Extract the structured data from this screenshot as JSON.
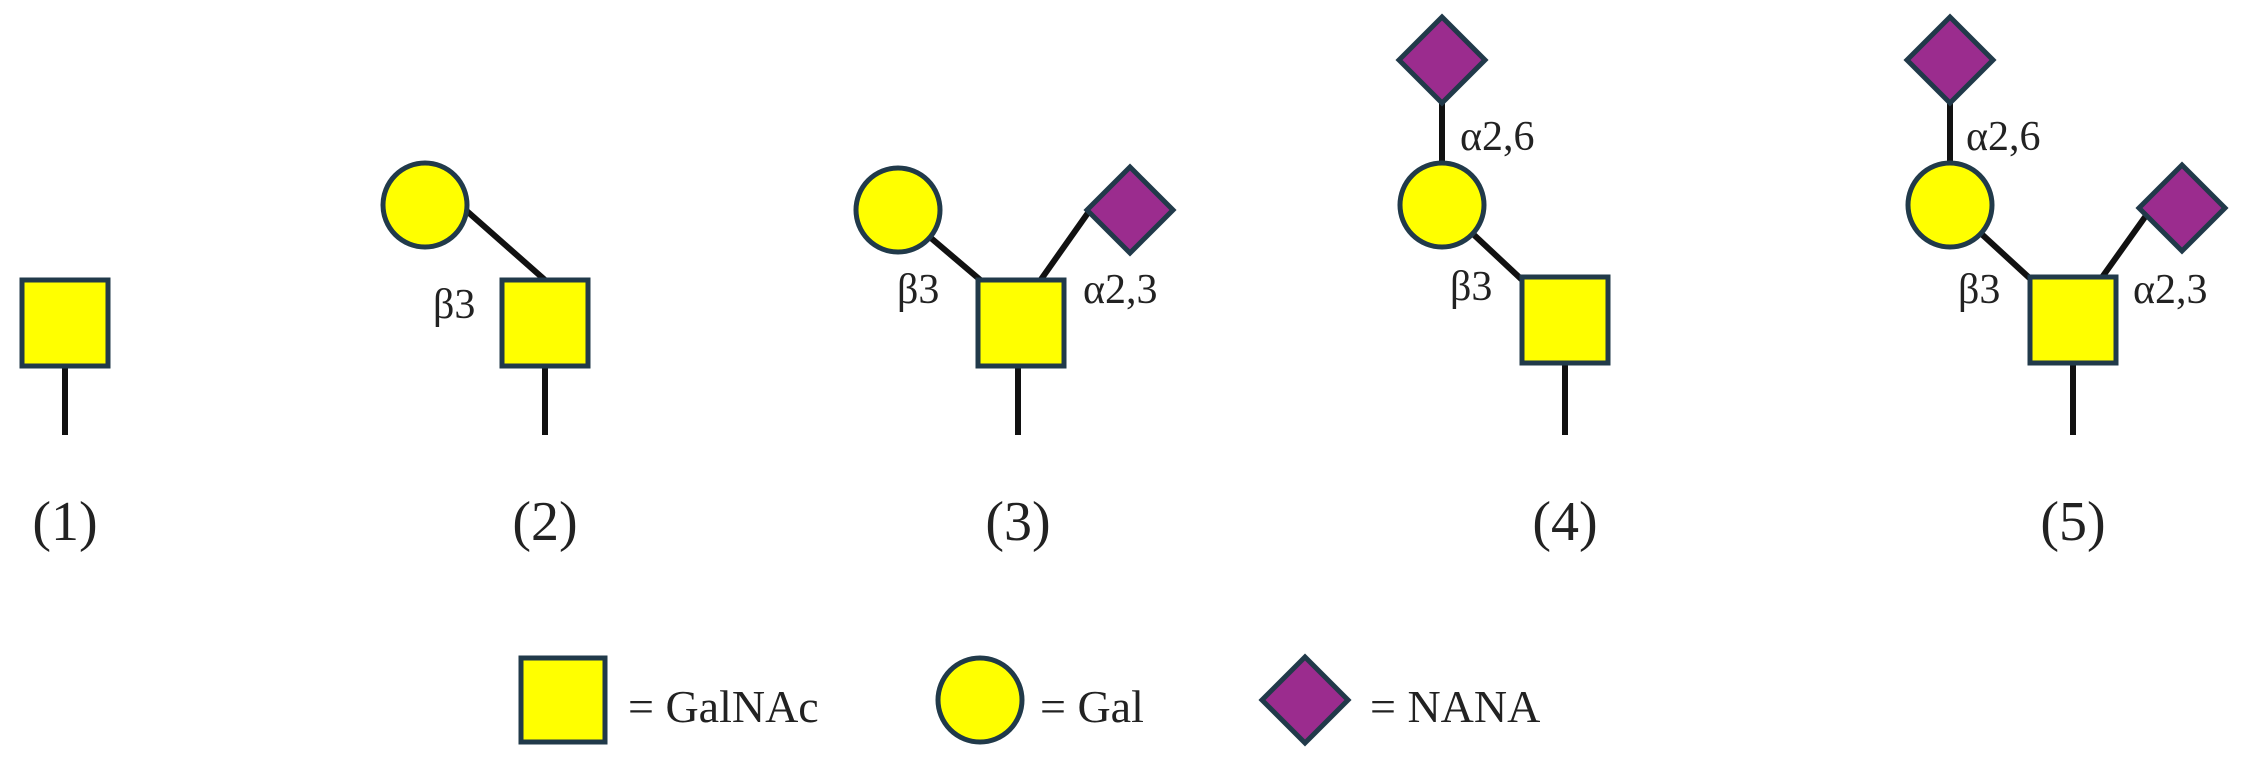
{
  "colors": {
    "galnac_fill": "#ffff00",
    "gal_fill": "#ffff00",
    "nana_fill": "#9b2c8e",
    "outline": "#213a4a",
    "bond": "#111111",
    "text": "#222222"
  },
  "structures": [
    {
      "label": "(1)",
      "linkages": []
    },
    {
      "label": "(2)",
      "linkages": [
        "β3"
      ]
    },
    {
      "label": "(3)",
      "linkages": [
        "β3",
        "α2,3"
      ]
    },
    {
      "label": "(4)",
      "linkages": [
        "β3",
        "α2,6"
      ]
    },
    {
      "label": "(5)",
      "linkages": [
        "β3",
        "α2,6",
        "α2,3"
      ]
    }
  ],
  "legend": [
    {
      "symbol": "square",
      "text": "= GalNAc"
    },
    {
      "symbol": "circle",
      "text": "= Gal"
    },
    {
      "symbol": "diamond",
      "text": "= NANA"
    }
  ]
}
